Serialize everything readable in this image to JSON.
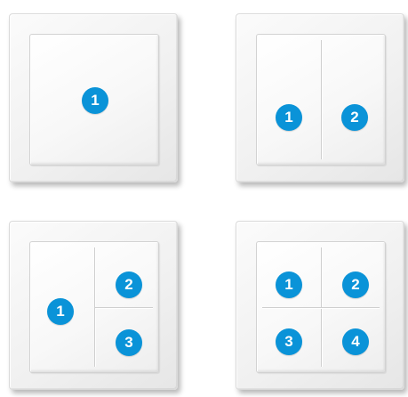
{
  "switches": [
    {
      "name": "single-rocker",
      "buttons": [
        {
          "label": "1"
        }
      ]
    },
    {
      "name": "double-rocker",
      "buttons": [
        {
          "label": "1"
        },
        {
          "label": "2"
        }
      ]
    },
    {
      "name": "triple-rocker",
      "buttons": [
        {
          "label": "1"
        },
        {
          "label": "2"
        },
        {
          "label": "3"
        }
      ]
    },
    {
      "name": "quad-rocker",
      "buttons": [
        {
          "label": "1"
        },
        {
          "label": "2"
        },
        {
          "label": "3"
        },
        {
          "label": "4"
        }
      ]
    }
  ],
  "colors": {
    "badge": "#0a93d8",
    "frame": "#f2f2f2",
    "divider": "#cfcfcf"
  }
}
